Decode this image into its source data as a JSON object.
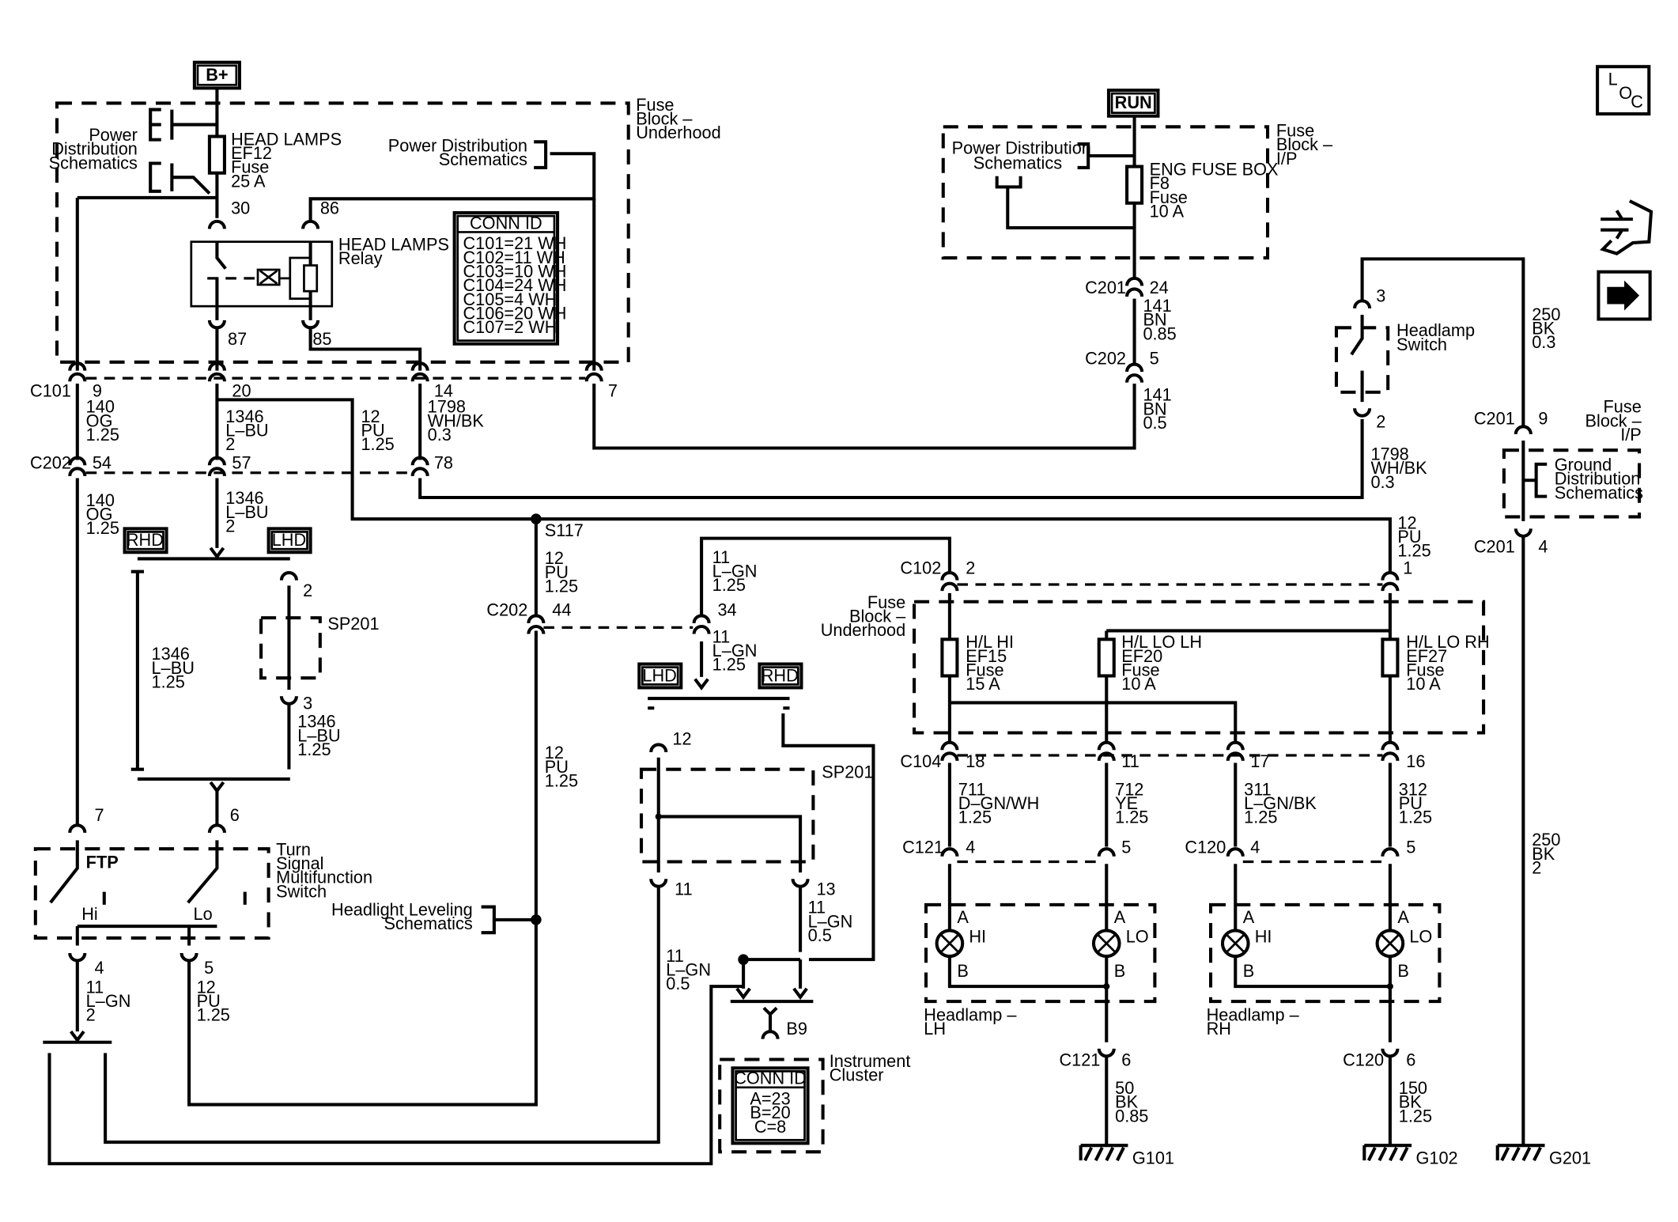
{
  "title": {
    "b_plus": "B+",
    "run": "RUN",
    "loc_l": "L",
    "loc_o": "O",
    "loc_c": "C"
  },
  "fuse_block_underhood": {
    "line1": "Fuse",
    "line2": "Block –",
    "line3": "Underhood"
  },
  "fuse_block_underhood_2": {
    "line1": "Fuse",
    "line2": "Block –",
    "line3": "Underhood"
  },
  "fuse_block_ip": {
    "line1": "Fuse",
    "line2": "Block –",
    "line3": "I/P"
  },
  "fuse_block_ip_2": {
    "line1": "Fuse",
    "line2": "Block –",
    "line3": "I/P"
  },
  "power_dist_left": {
    "line1": "Power",
    "line2": "Distribution",
    "line3": "Schematics"
  },
  "power_dist_mid": {
    "line1": "Power Distribution",
    "line2": "Schematics"
  },
  "power_dist_run": {
    "line1": "Power Distribution",
    "line2": "Schematics"
  },
  "ground_dist": {
    "line1": "Ground",
    "line2": "Distribution",
    "line3": "Schematics"
  },
  "headlight_leveling": {
    "line1": "Headlight Leveling",
    "line2": "Schematics"
  },
  "ef12": {
    "line1": "HEAD LAMPS",
    "line2": "EF12",
    "line3": "Fuse",
    "line4": "25 A"
  },
  "relay": {
    "line1": "HEAD LAMPS",
    "line2": "Relay",
    "pin30": "30",
    "pin86": "86",
    "pin87": "87",
    "pin85": "85"
  },
  "conn_id_main": {
    "title": "CONN ID",
    "rows": [
      "C101=21 WH",
      "C102=11 WH",
      "C103=10 WH",
      "C104=24 WH",
      "C105=4 WH",
      "C106=20 WH",
      "C107=2 WH"
    ]
  },
  "conn_id_cluster": {
    "title": "CONN ID",
    "rows": [
      "A=23",
      "B=20",
      "C=8"
    ]
  },
  "f8": {
    "line1": "ENG FUSE BOX",
    "line2": "F8",
    "line3": "Fuse",
    "line4": "10 A"
  },
  "connectors": {
    "c101": "C101",
    "c202a": "C202",
    "c202b": "C202",
    "c202c": "C202",
    "c201a": "C201",
    "c201b": "C201",
    "c201c": "C201",
    "c102": "C102",
    "c104": "C104",
    "c121a": "C121",
    "c121b": "C121",
    "c120a": "C120",
    "c120b": "C120",
    "s117": "S117",
    "b9": "B9",
    "sp201a": "SP201",
    "sp201b": "SP201"
  },
  "pins": {
    "p9": "9",
    "p20": "20",
    "p14": "14",
    "p7a": "7",
    "p54": "54",
    "p57": "57",
    "p78": "78",
    "p24": "24",
    "p5a": "5",
    "p3a": "3",
    "p2a": "2",
    "p9b": "9",
    "p4a": "4",
    "p2b": "2",
    "p1": "1",
    "p44": "44",
    "p34": "34",
    "p2c": "2",
    "p3b": "3",
    "p7b": "7",
    "p6": "6",
    "p4b": "4",
    "p5b": "5",
    "p12": "12",
    "p11": "11",
    "p13": "13",
    "p18": "18",
    "p11b": "11",
    "p17": "17",
    "p16": "16",
    "p4c": "4",
    "p5c": "5",
    "p4d": "4",
    "p5d": "5",
    "p6a": "6",
    "p6b": "6"
  },
  "wires": {
    "w140a": [
      "140",
      "OG",
      "1.25"
    ],
    "w140b": [
      "140",
      "OG",
      "1.25"
    ],
    "w1346a": [
      "1346",
      "L–BU",
      "2"
    ],
    "w1346b": [
      "1346",
      "L–BU",
      "2"
    ],
    "w1346c": [
      "1346",
      "L–BU",
      "1.25"
    ],
    "w1346d": [
      "1346",
      "L–BU",
      "1.25"
    ],
    "w12a": [
      "12",
      "PU",
      "1.25"
    ],
    "w12b": [
      "12",
      "PU",
      "1.25"
    ],
    "w12c": [
      "12",
      "PU",
      "1.25"
    ],
    "w12d": [
      "12",
      "PU",
      "1.25"
    ],
    "w12e": [
      "12",
      "PU",
      "1.25"
    ],
    "w1798a": [
      "1798",
      "WH/BK",
      "0.3"
    ],
    "w1798b": [
      "1798",
      "WH/BK",
      "0.3"
    ],
    "w141a": [
      "141",
      "BN",
      "0.85"
    ],
    "w141b": [
      "141",
      "BN",
      "0.5"
    ],
    "w250a": [
      "250",
      "BK",
      "0.3"
    ],
    "w250b": [
      "250",
      "BK",
      "2"
    ],
    "w11a": [
      "11",
      "L–GN",
      "1.25"
    ],
    "w11b": [
      "11",
      "L–GN",
      "1.25"
    ],
    "w11c": [
      "11",
      "L–GN",
      "0.5"
    ],
    "w11d": [
      "11",
      "L–GN",
      "0.5"
    ],
    "w11e": [
      "11",
      "L–GN",
      "2"
    ],
    "w711": [
      "711",
      "D–GN/WH",
      "1.25"
    ],
    "w712": [
      "712",
      "YE",
      "1.25"
    ],
    "w311": [
      "311",
      "L–GN/BK",
      "1.25"
    ],
    "w312": [
      "312",
      "PU",
      "1.25"
    ],
    "w50": [
      "50",
      "BK",
      "0.85"
    ],
    "w150": [
      "150",
      "BK",
      "1.25"
    ]
  },
  "fuses": {
    "ef15": [
      "H/L HI",
      "EF15",
      "Fuse",
      "15 A"
    ],
    "ef20": [
      "H/L LO LH",
      "EF20",
      "Fuse",
      "10 A"
    ],
    "ef27": [
      "H/L LO RH",
      "EF27",
      "Fuse",
      "10 A"
    ]
  },
  "switches": {
    "turn_signal": [
      "Turn",
      "Signal",
      "Multifunction",
      "Switch"
    ],
    "ftp": "FTP",
    "hi": "Hi",
    "lo": "Lo",
    "headlamp_switch": [
      "Headlamp",
      "Switch"
    ]
  },
  "selectors": {
    "rhd1": "RHD",
    "lhd1": "LHD",
    "lhd2": "LHD",
    "rhd2": "RHD"
  },
  "lamps": {
    "lh_label": [
      "Headlamp –",
      "LH"
    ],
    "rh_label": [
      "Headlamp –",
      "RH"
    ],
    "a": "A",
    "b": "B",
    "hi": "HI",
    "lo": "LO"
  },
  "instrument_cluster": [
    "Instrument",
    "Cluster"
  ],
  "grounds": {
    "g101": "G101",
    "g102": "G102",
    "g201": "G201"
  }
}
